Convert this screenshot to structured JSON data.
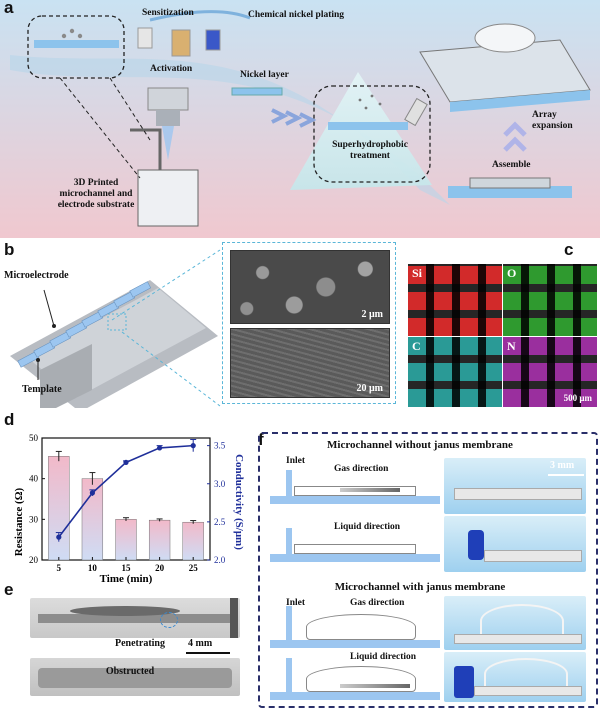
{
  "panel_labels": {
    "a": "a",
    "b": "b",
    "c": "c",
    "d": "d",
    "e": "e",
    "f": "f"
  },
  "panel_a": {
    "sensitization": "Sensitization",
    "activation": "Activation",
    "chemical_nickel_plating": "Chemical nickel plating",
    "nickel_layer": "Nickel layer",
    "superhydrophobic_treatment": "Superhydrophobic treatment",
    "printed_substrate": "3D Printed microchannel and electrode substrate",
    "array_expansion": "Array expansion",
    "assemble": "Assemble"
  },
  "panel_b": {
    "microelectrode": "Microelectrode",
    "template": "Template",
    "scale_top": "2 μm",
    "scale_bottom": "20 μm"
  },
  "panel_c": {
    "maps": [
      {
        "label": "Si",
        "color": "#d22a2a"
      },
      {
        "label": "O",
        "color": "#2f9a2f"
      },
      {
        "label": "C",
        "color": "#2a9a96"
      },
      {
        "label": "N",
        "color": "#9a2f9e"
      }
    ],
    "scale": "500 μm"
  },
  "panel_d": {
    "colors": {
      "bar_top": "#f2b9c9",
      "bar_bottom": "#cfdcf4",
      "line": "#1f2f9a"
    }
  },
  "chart_data": {
    "type": "bar",
    "categories": [
      "5",
      "10",
      "15",
      "20",
      "25"
    ],
    "xlabel": "Time (min)",
    "ylabel": "Resistance (Ω)",
    "y2label": "Conductivity (S/μm)",
    "ylim": [
      20,
      50
    ],
    "y2lim": [
      2.0,
      3.6
    ],
    "yticks": [
      20,
      30,
      40,
      50
    ],
    "y2ticks": [
      2.0,
      2.5,
      3.0,
      3.5
    ],
    "series": [
      {
        "axis": "left",
        "type": "bar",
        "values": [
          45.5,
          40.0,
          30.0,
          29.8,
          29.3
        ],
        "errors": [
          1.2,
          1.5,
          0.4,
          0.3,
          0.4
        ]
      },
      {
        "axis": "right",
        "type": "line",
        "values": [
          2.3,
          2.88,
          3.28,
          3.47,
          3.5
        ],
        "errors": [
          0.06,
          0.04,
          0.02,
          0.03,
          0.08
        ]
      }
    ]
  },
  "panel_e": {
    "penetrating": "Penetrating",
    "obstructed": "Obstructed",
    "scale": "4 mm"
  },
  "panel_f": {
    "title_without": "Microchannel without janus membrane",
    "title_with": "Microchannel with janus membrane",
    "inlet": "Inlet",
    "gas_direction": "Gas direction",
    "liquid_direction": "Liquid direction",
    "scale": "3 mm"
  }
}
